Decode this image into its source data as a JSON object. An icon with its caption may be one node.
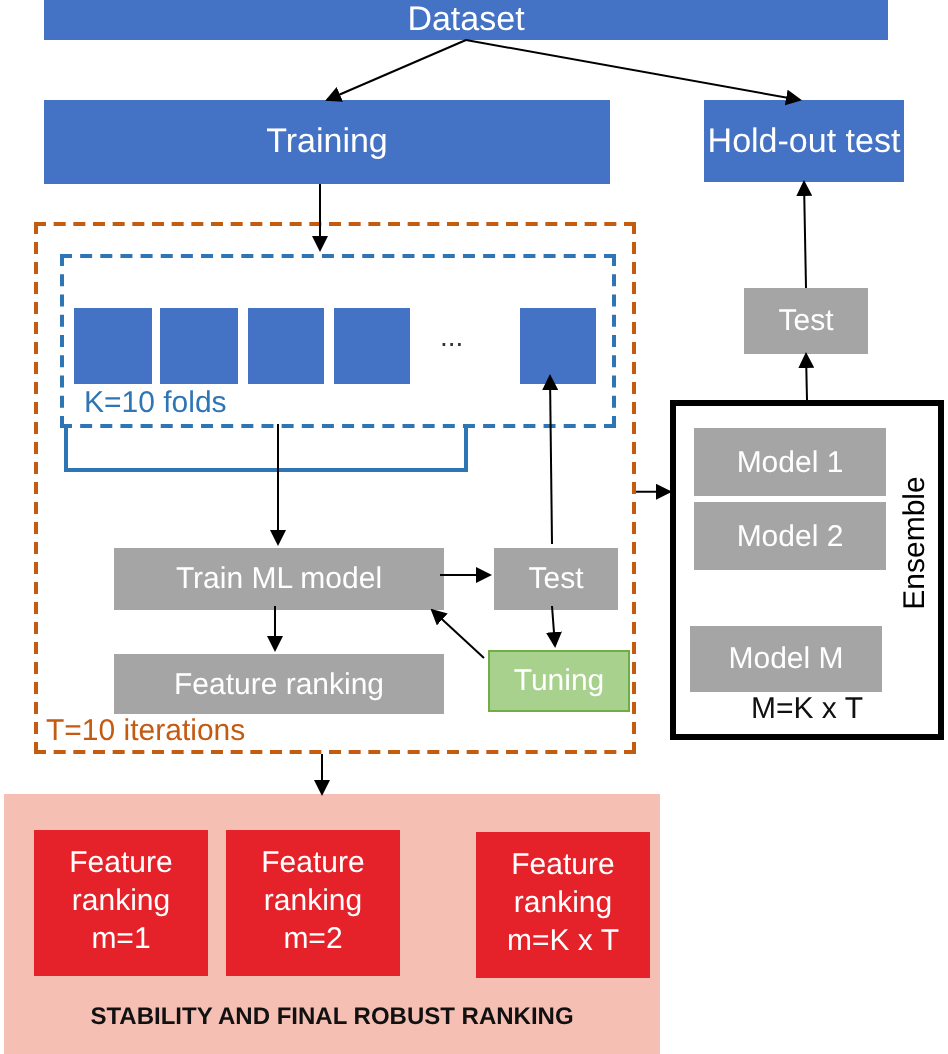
{
  "diagram": {
    "nodes": [
      {
        "text": [
          "Dataset"
        ]
      },
      {
        "text": [
          "Training"
        ]
      },
      {
        "text": [
          "Hold-out test"
        ]
      },
      {
        "text": [
          "T=10 iterations"
        ]
      },
      {
        "text": [
          "K=10 folds"
        ],
        "in": 3
      },
      {
        "text": [],
        "shape": "box",
        "in": 4
      },
      {
        "text": [],
        "shape": "box",
        "in": 4
      },
      {
        "text": [],
        "shape": "box",
        "in": 4
      },
      {
        "text": [],
        "shape": "box",
        "in": 4
      },
      {
        "text": [],
        "shape": "box",
        "in": 4
      },
      {
        "text": [
          "Train ML model"
        ],
        "in": 3
      },
      {
        "text": [
          "Test"
        ],
        "in": 3
      },
      {
        "text": [
          "Feature ranking"
        ],
        "in": 3
      },
      {
        "text": [
          "Tuning"
        ],
        "in": 3
      },
      {
        "text": [
          "Test"
        ]
      },
      {
        "text": [
          "Ensemble",
          "M=K x T"
        ]
      },
      {
        "text": [
          "Model 1"
        ],
        "in": 15
      },
      {
        "text": [
          "Model 2"
        ],
        "in": 15
      },
      {
        "text": [
          "Model M"
        ],
        "in": 15
      },
      {
        "text": [
          "STABILITY AND FINAL ROBUST RANKING"
        ]
      },
      {
        "text": [
          "Feature ranking m=1"
        ],
        "in": 19
      },
      {
        "text": [
          "Feature ranking m=2"
        ],
        "in": 19
      },
      {
        "text": [
          "Feature ranking m=K x T"
        ],
        "in": 19
      }
    ],
    "edges": [
      {
        "from": 0,
        "to": 1,
        "arrow": "to"
      },
      {
        "from": 0,
        "to": 2,
        "arrow": "to"
      },
      {
        "from": 1,
        "to": 4,
        "arrow": "to"
      },
      {
        "from": 4,
        "to": 10,
        "arrow": "to"
      },
      {
        "from": 10,
        "to": 11,
        "arrow": "to"
      },
      {
        "from": 11,
        "to": 13,
        "arrow": "to"
      },
      {
        "from": 13,
        "to": 10,
        "arrow": "to"
      },
      {
        "from": 10,
        "to": 12,
        "arrow": "to"
      },
      {
        "from": 11,
        "to": 9,
        "arrow": "to"
      },
      {
        "from": 3,
        "to": 15,
        "arrow": "to"
      },
      {
        "from": 15,
        "to": 14,
        "arrow": "to"
      },
      {
        "from": 14,
        "to": 2,
        "arrow": "to"
      },
      {
        "from": 3,
        "to": 19,
        "arrow": "to"
      }
    ],
    "labels": [
      "..."
    ]
  }
}
